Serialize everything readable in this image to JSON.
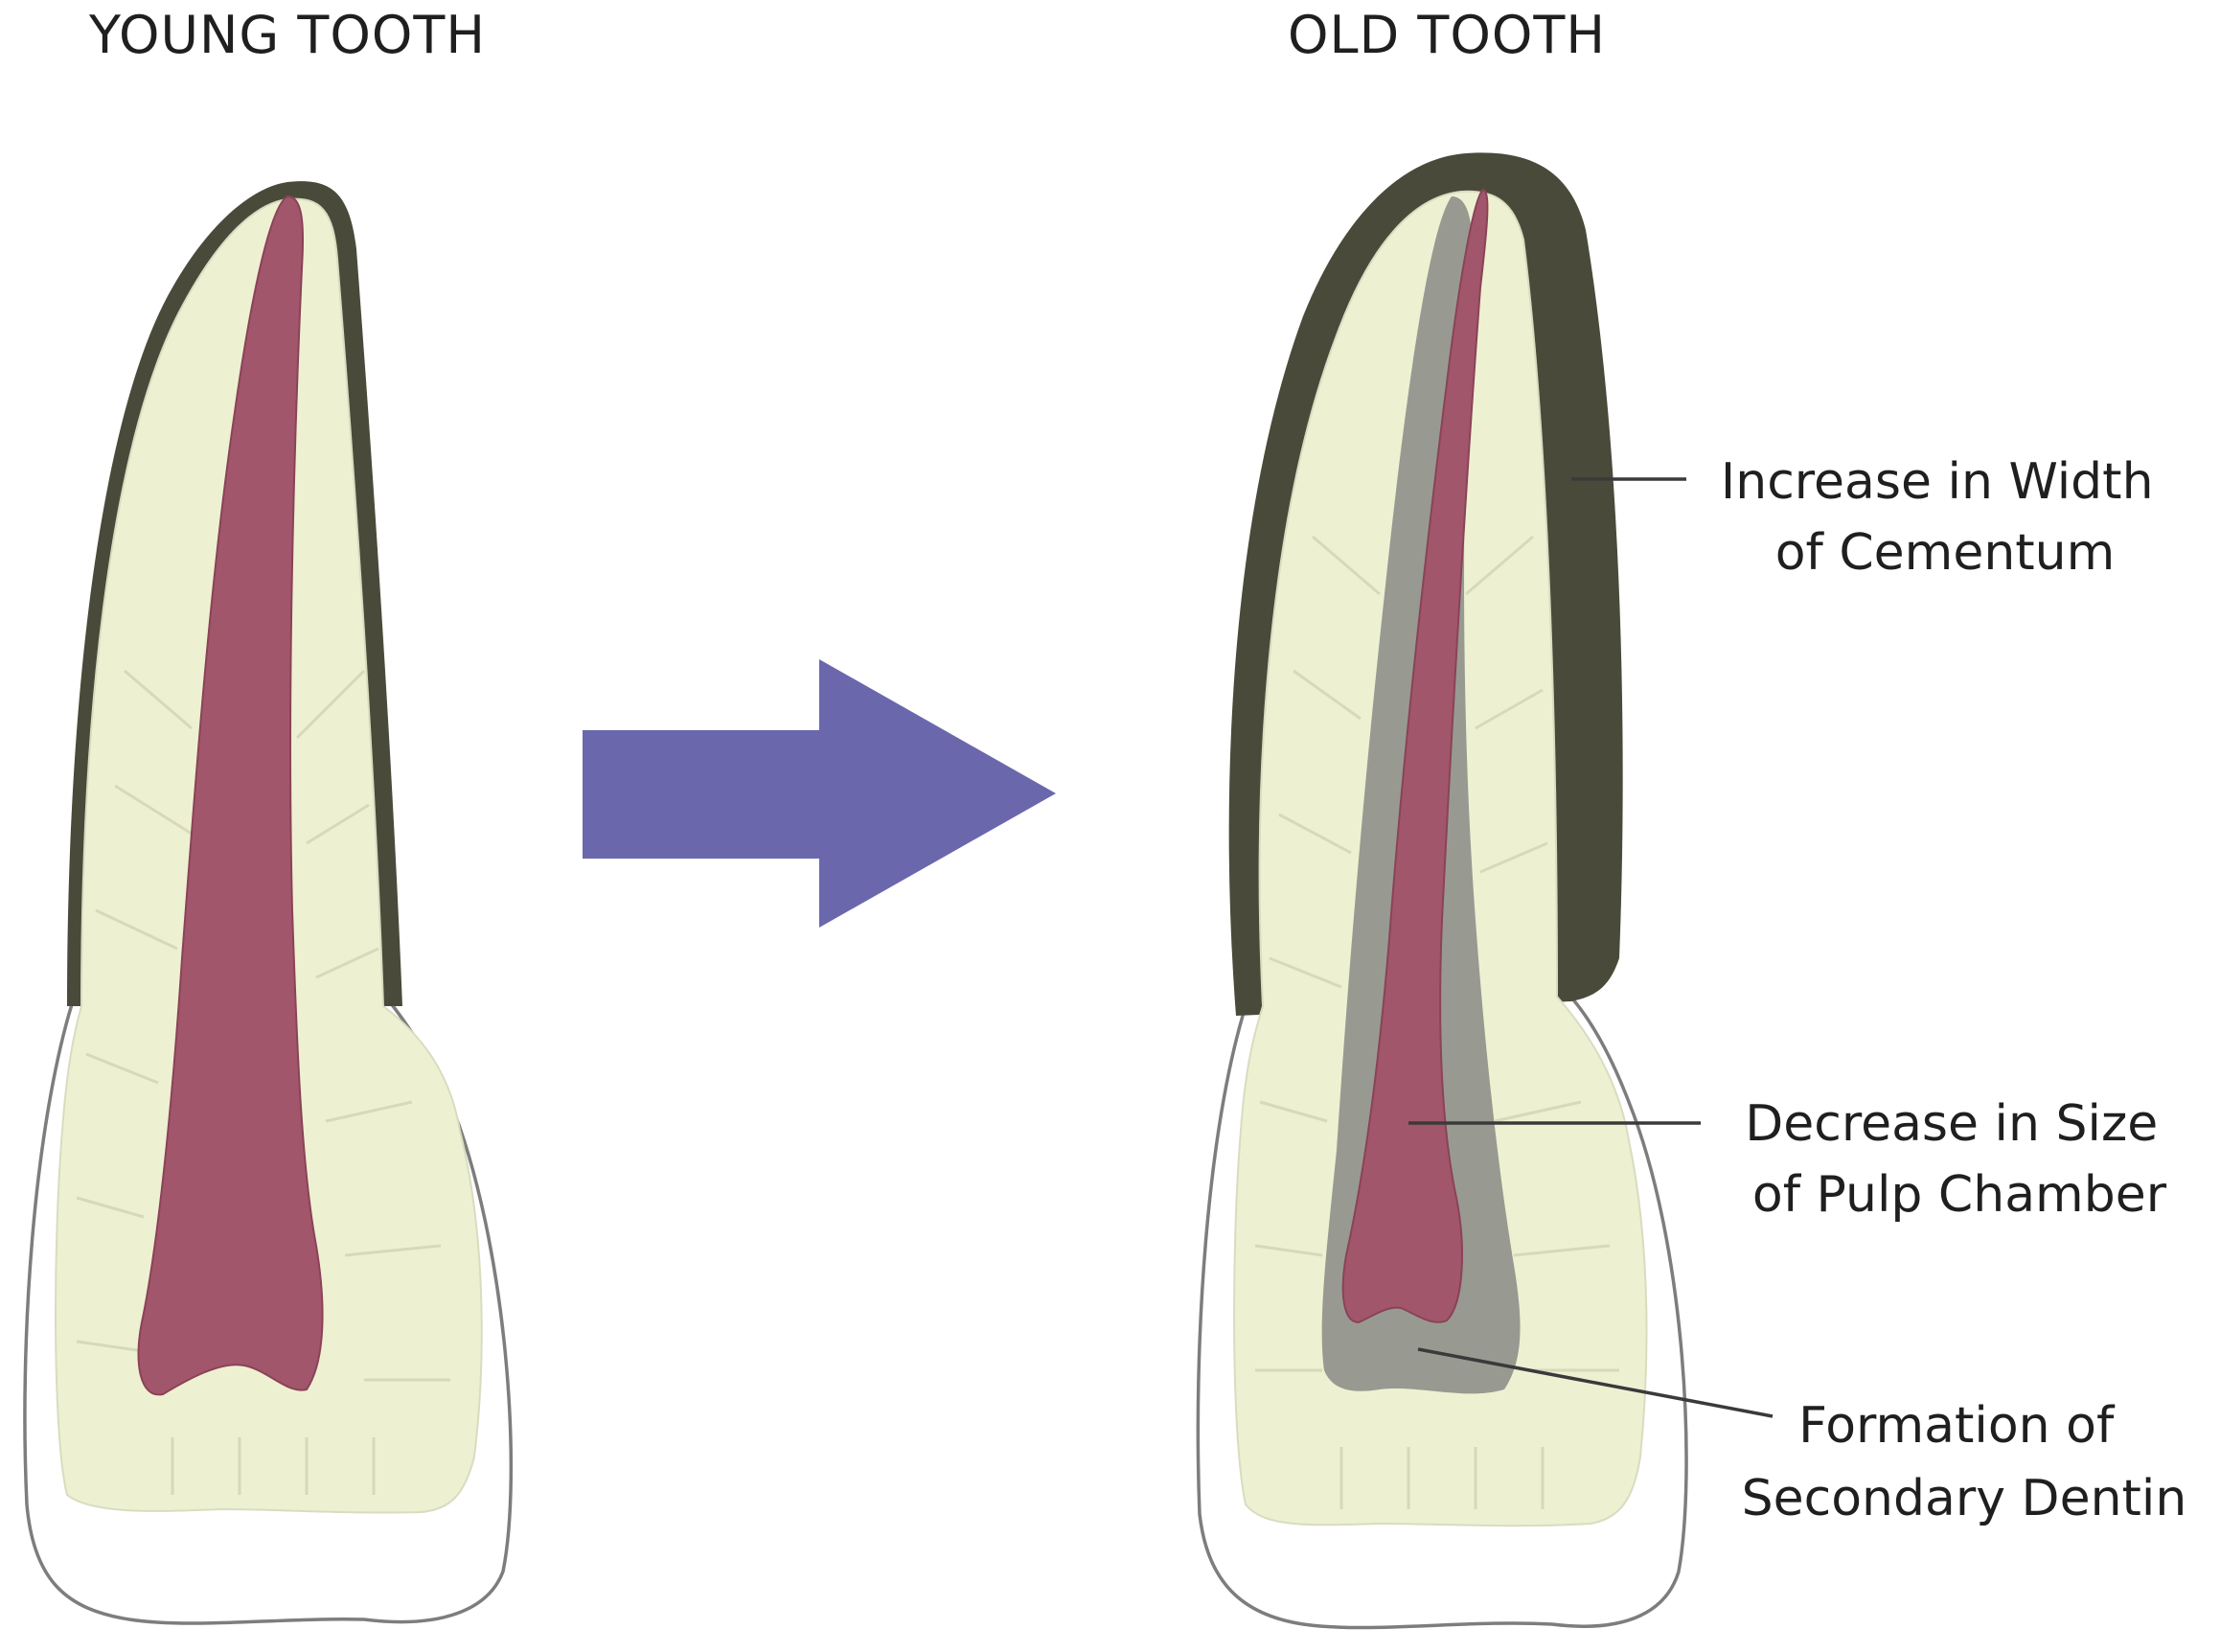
{
  "titles": {
    "young": "YOUNG TOOTH",
    "old": "OLD TOOTH"
  },
  "labels": {
    "cementum": [
      "Increase in Width",
      "of Cementum"
    ],
    "pulp": [
      "Decrease in Size",
      "of Pulp Chamber"
    ],
    "dentin": [
      "Formation of",
      "Secondary Dentin"
    ]
  },
  "colors": {
    "background": "#ffffff",
    "cementum": "#4a4a3a",
    "dentin": "#eef0d2",
    "pulp": "#a2566c",
    "secondary_dentin": "#8e908a",
    "arrow": "#6b67ad",
    "enamel_outline": "#7d7d7d"
  },
  "icons": [
    "young-tooth-illustration",
    "arrow-right-icon",
    "old-tooth-illustration"
  ]
}
